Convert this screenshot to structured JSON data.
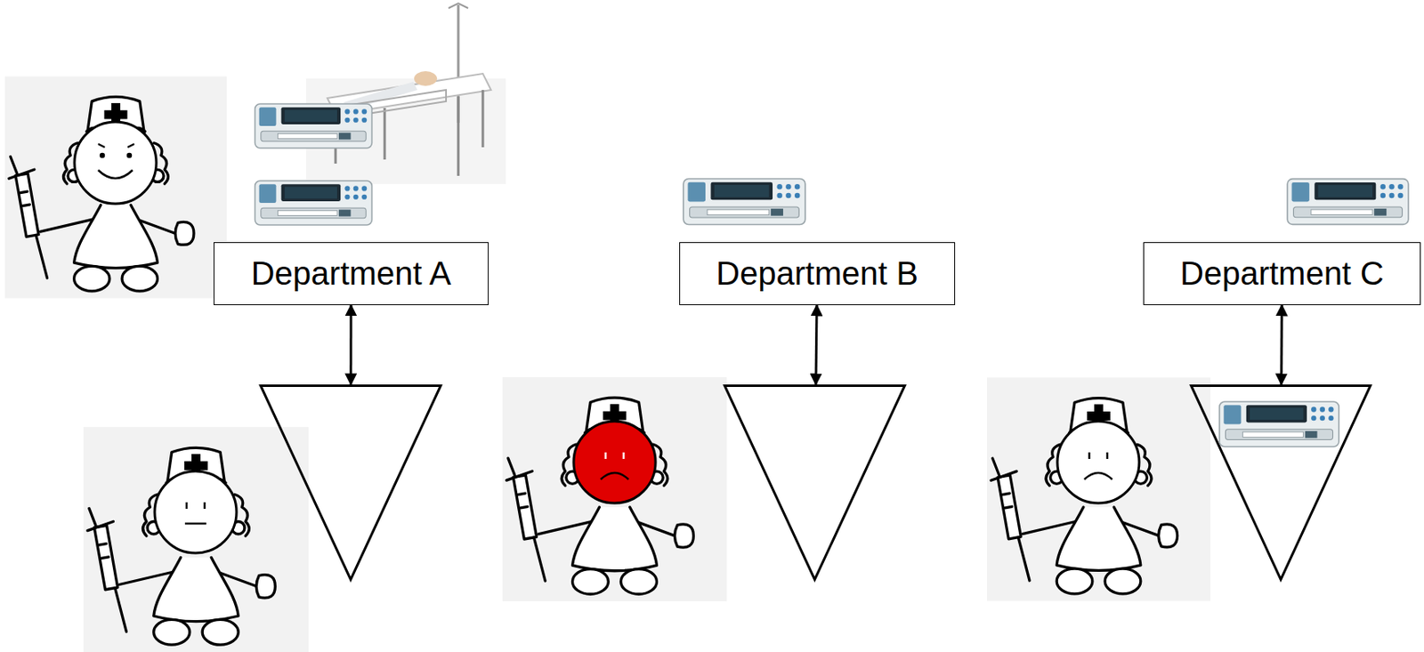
{
  "diagram": {
    "nodes": [
      {
        "text": [
          "Department A"
        ]
      },
      {
        "text": [
          "Department B"
        ]
      },
      {
        "text": [
          "Department C"
        ]
      },
      {
        "text": []
      },
      {
        "text": []
      },
      {
        "text": []
      }
    ],
    "edges": [
      {
        "from": 0,
        "to": 3,
        "arrow": "both"
      },
      {
        "from": 1,
        "to": 4,
        "arrow": "both"
      },
      {
        "from": 2,
        "to": 5,
        "arrow": "both"
      }
    ]
  }
}
